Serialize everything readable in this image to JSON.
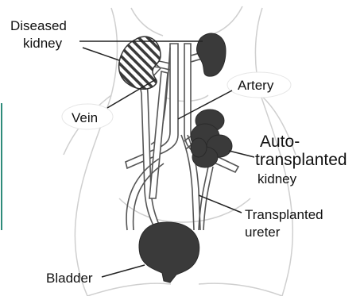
{
  "labels": {
    "diseased_kidney": [
      "Diseased",
      "kidney"
    ],
    "vein": "Vein",
    "artery": "Artery",
    "autotransplanted_kidney": [
      "Auto-",
      "transplanted",
      "kidney"
    ],
    "transplanted_ureter": [
      "Transplanted",
      "ureter"
    ],
    "bladder": "Bladder"
  },
  "colors": {
    "organ_fill": "#3a3a3a",
    "outline": "#555555",
    "sketch": "#c8c8c8",
    "side_bar": "#2e8b7a"
  }
}
